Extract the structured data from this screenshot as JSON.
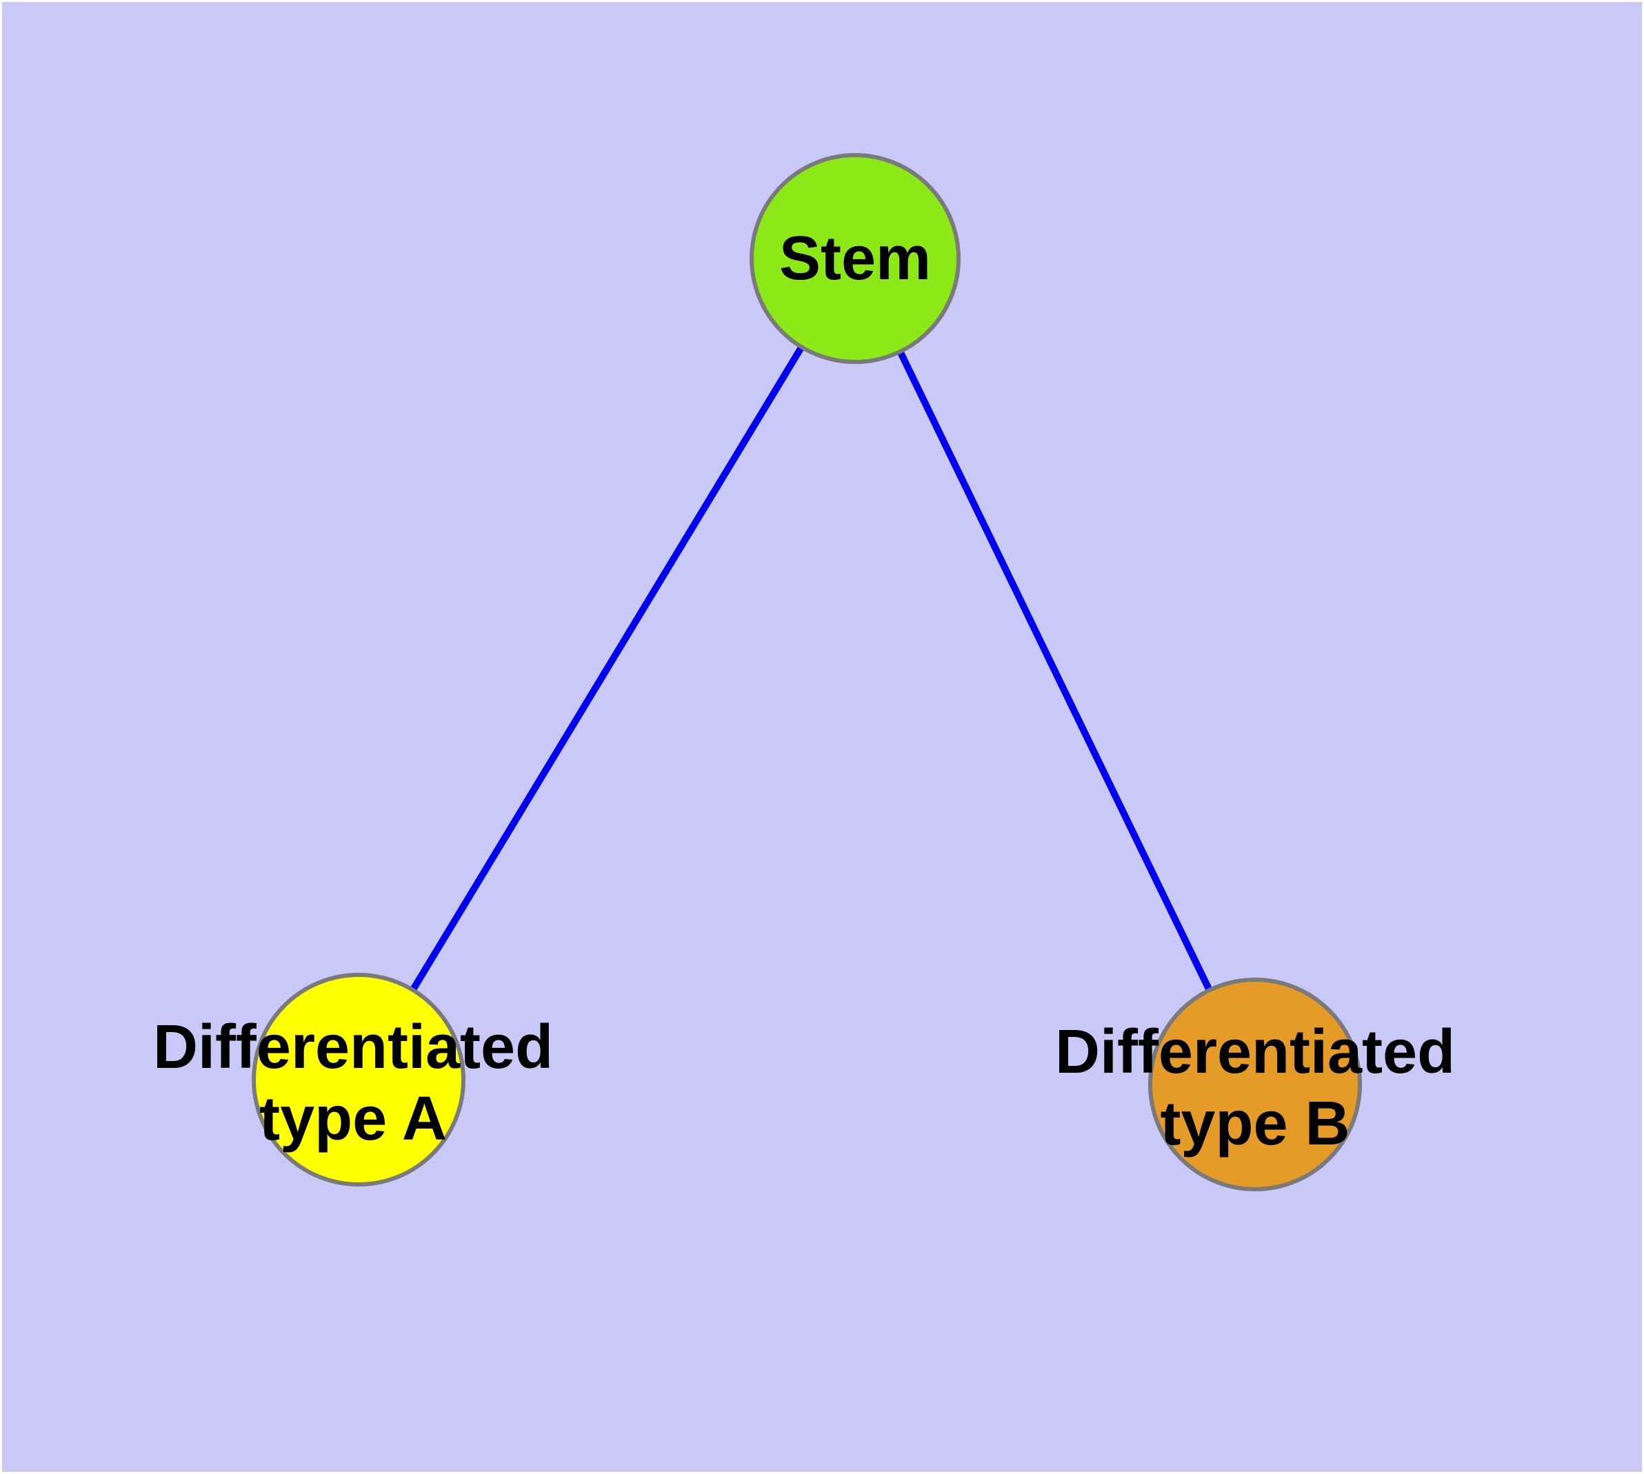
{
  "diagram": {
    "title": "Stem cell differentiation graph",
    "nodes": [
      {
        "id": "stem",
        "label_lines": [
          "Stem"
        ],
        "color": "#8ce816"
      },
      {
        "id": "type-a",
        "label_lines": [
          "Differentiated",
          "type A"
        ],
        "color": "#ffff00"
      },
      {
        "id": "type-b",
        "label_lines": [
          "Differentiated",
          "type B"
        ],
        "color": "#e49b27"
      }
    ],
    "edges": [
      {
        "from": "stem",
        "to": "type-a"
      },
      {
        "from": "stem",
        "to": "type-b"
      }
    ],
    "colors": {
      "background": "#c9c9f8",
      "frame": "#ffffff",
      "edge": "#0000ee",
      "node_border": "#7a7a7a",
      "label_text": "#000000"
    }
  }
}
